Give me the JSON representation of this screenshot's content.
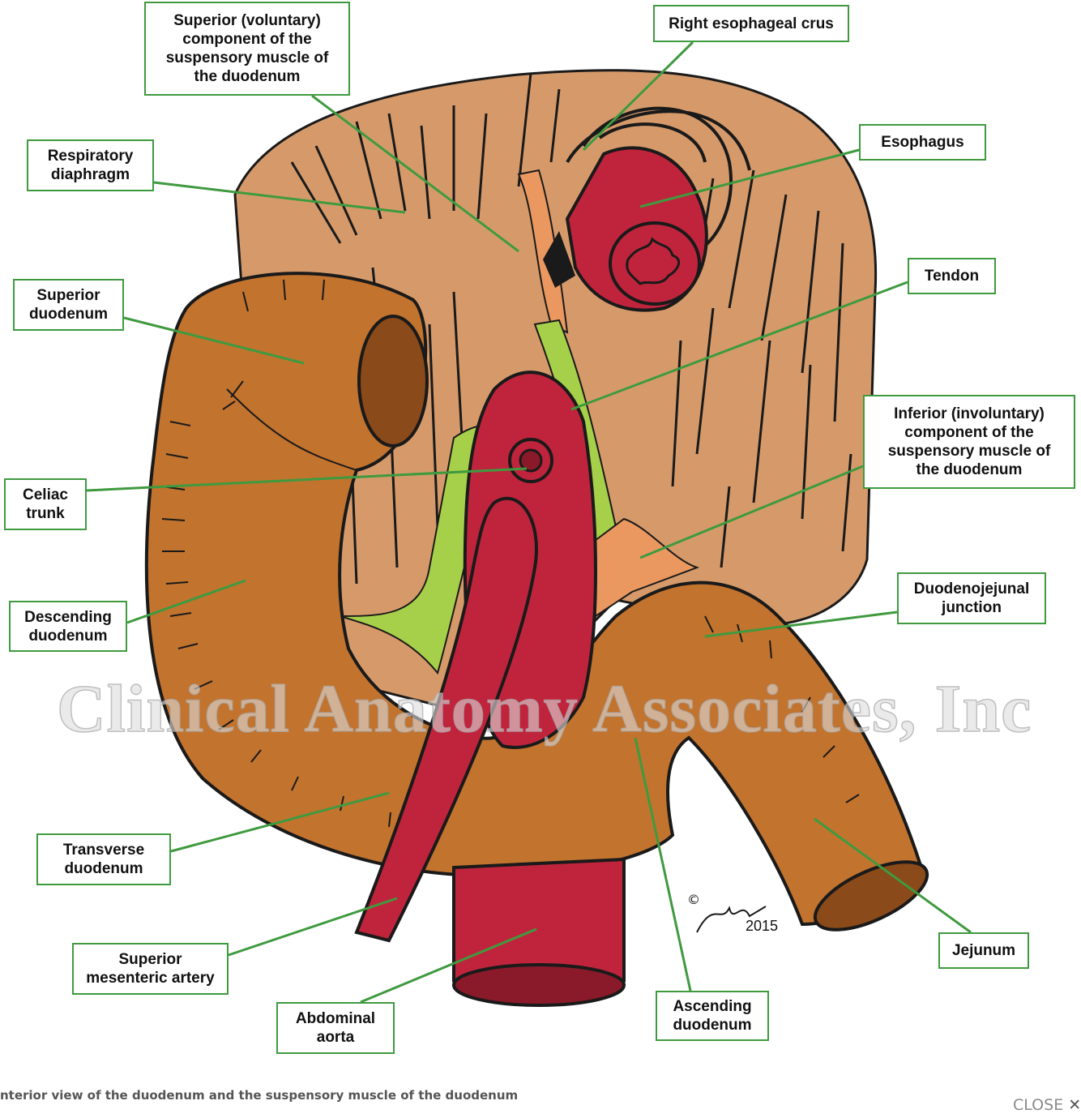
{
  "labels": {
    "superior_voluntary": "Superior (voluntary)\ncomponent of the\nsuspensory muscle of\nthe duodenum",
    "right_crus": "Right esophageal crus",
    "respiratory_diaphragm": "Respiratory\ndiaphragm",
    "esophagus": "Esophagus",
    "superior_duodenum": "Superior\nduodenum",
    "tendon": "Tendon",
    "inferior_involuntary": "Inferior (involuntary)\ncomponent of the\nsuspensory muscle of\nthe duodenum",
    "celiac_trunk": "Celiac\ntrunk",
    "duodenojejunal_junction": "Duodenojejunal\njunction",
    "descending_duodenum": "Descending\nduodenum",
    "transverse_duodenum": "Transverse\nduodenum",
    "jejunum": "Jejunum",
    "superior_mesenteric_artery": "Superior\nmesenteric artery",
    "abdominal_aorta": "Abdominal\naorta",
    "ascending_duodenum": "Ascending\nduodenum"
  },
  "watermark": "Clinical Anatomy Associates, Inc",
  "signature": {
    "copyright": "©",
    "year": "2015"
  },
  "caption": "nterior view of the duodenum and the suspensory muscle of the duodenum",
  "close": {
    "label": "CLOSE",
    "icon": "close-icon"
  },
  "colors": {
    "diaphragm": "#d69a6a",
    "duodenum": "#c2732e",
    "artery": "#c0243c",
    "ligament_green": "#a6d04a",
    "muscle_orange": "#ea9860",
    "label_border": "#3f9a3f"
  }
}
